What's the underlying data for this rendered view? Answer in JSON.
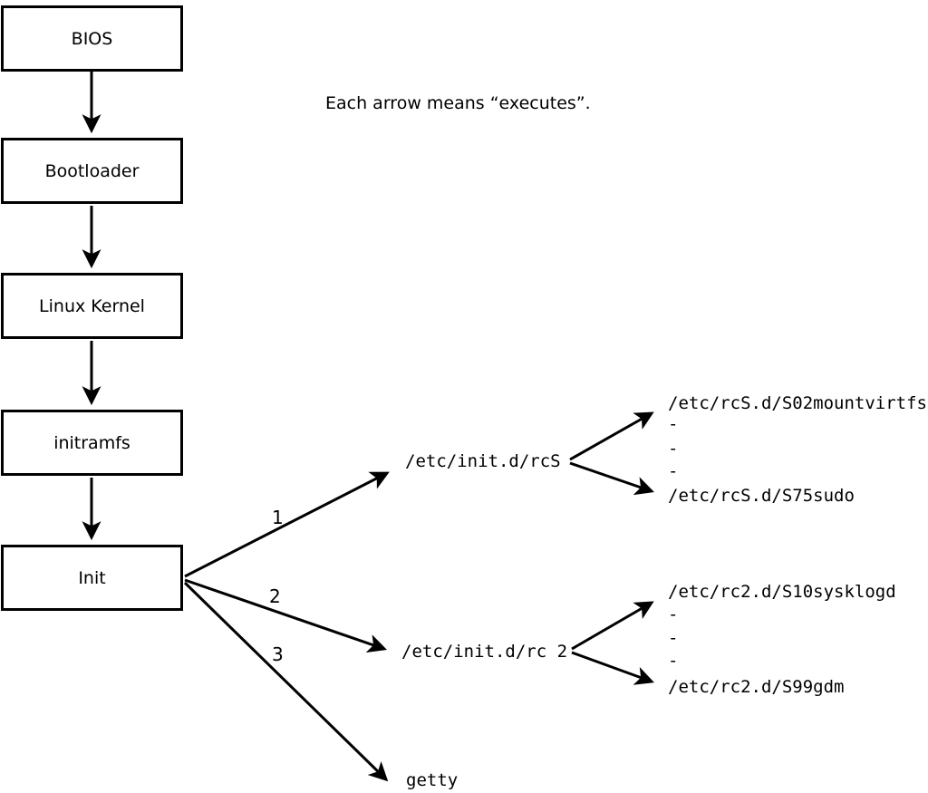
{
  "diagram": {
    "caption": "Each arrow means “executes”.",
    "chain": [
      {
        "label": "BIOS"
      },
      {
        "label": "Bootloader"
      },
      {
        "label": "Linux Kernel"
      },
      {
        "label": "initramfs"
      },
      {
        "label": "Init"
      }
    ],
    "branches": [
      {
        "number": "1",
        "target": "/etc/init.d/rcS",
        "children": [
          "/etc/rcS.d/S02mountvirtfs",
          "-",
          "-",
          "-",
          "/etc/rcS.d/S75sudo"
        ]
      },
      {
        "number": "2",
        "target": "/etc/init.d/rc 2",
        "children": [
          "/etc/rc2.d/S10sysklogd",
          "-",
          "-",
          "-",
          "/etc/rc2.d/S99gdm"
        ]
      },
      {
        "number": "3",
        "target": "getty",
        "children": []
      }
    ],
    "colors": {
      "line": "#000000",
      "background": "#ffffff"
    }
  }
}
